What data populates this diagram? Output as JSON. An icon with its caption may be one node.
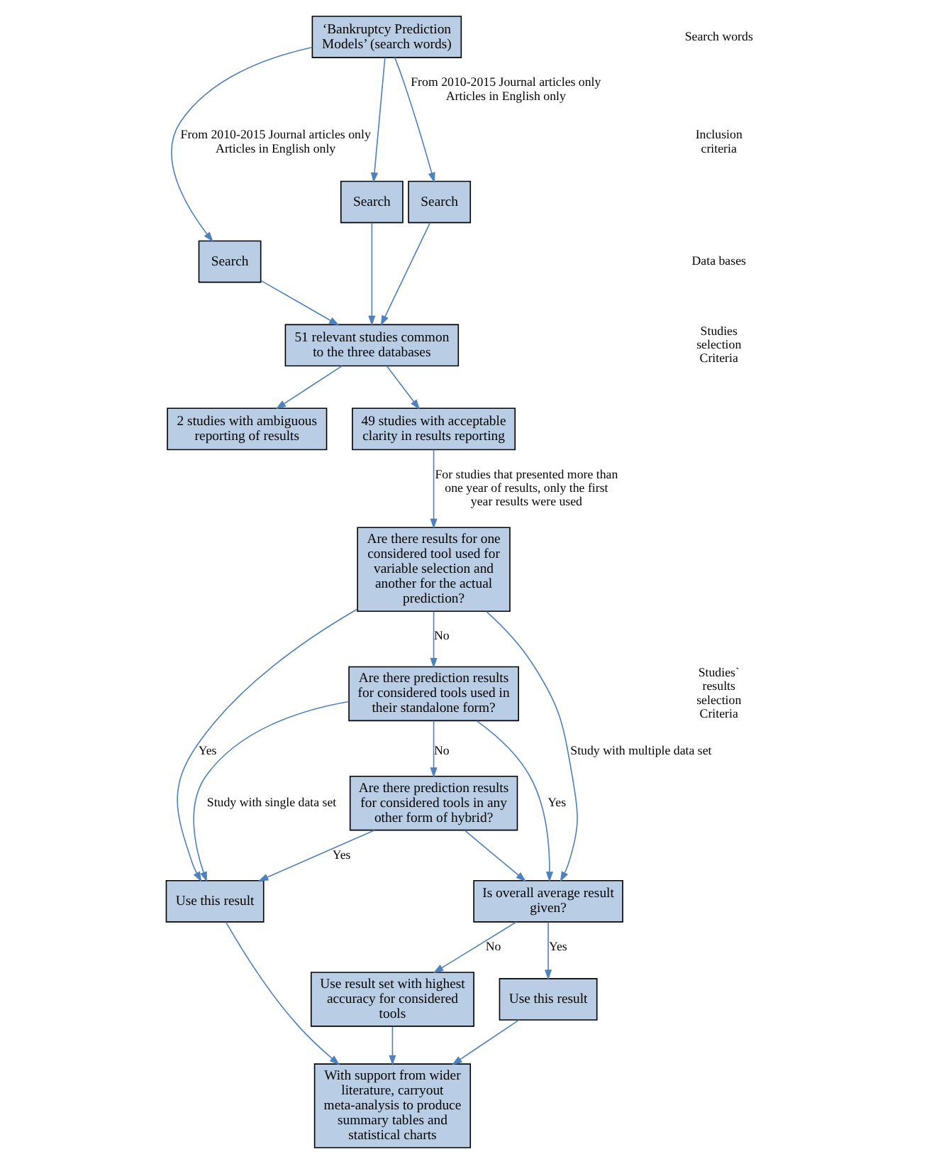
{
  "diagram": {
    "nodes": [
      {
        "text": [
          "‘Bankruptcy Prediction Models’ (search words)"
        ]
      },
      {
        "text": [
          "Search"
        ]
      },
      {
        "text": [
          "Search"
        ]
      },
      {
        "text": [
          "Search"
        ]
      },
      {
        "text": [
          "51 relevant studies common to the three databases"
        ]
      },
      {
        "text": [
          "2 studies with ambiguous reporting of results"
        ]
      },
      {
        "text": [
          "49 studies with acceptable clarity in results reporting"
        ]
      },
      {
        "text": [
          "Are there results for one considered tool used for variable selection and another for the actual prediction?"
        ]
      },
      {
        "text": [
          "Are there prediction results for considered tools used in their standalone form?"
        ]
      },
      {
        "text": [
          "Are there prediction results for considered tools in any other form of hybrid?"
        ]
      },
      {
        "text": [
          "Use this result"
        ]
      },
      {
        "text": [
          "Is overall average result given?"
        ]
      },
      {
        "text": [
          "Use this result"
        ]
      },
      {
        "text": [
          "Use result set with highest accuracy for considered tools"
        ]
      },
      {
        "text": [
          "With support from wider literature, carryout meta-analysis to produce summary tables and statistical charts"
        ]
      }
    ],
    "edges": [
      {
        "from": 0,
        "to": 1,
        "arrow": "to",
        "label": "From 2010-2015 Journal articles only Articles in English only"
      },
      {
        "from": 0,
        "to": 2,
        "arrow": "to"
      },
      {
        "from": 0,
        "to": 3,
        "arrow": "to",
        "label": "From 2010-2015 Journal articles only Articles in English only"
      },
      {
        "from": 1,
        "to": 4,
        "arrow": "to"
      },
      {
        "from": 2,
        "to": 4,
        "arrow": "to"
      },
      {
        "from": 3,
        "to": 4,
        "arrow": "to"
      },
      {
        "from": 4,
        "to": 5,
        "arrow": "to"
      },
      {
        "from": 4,
        "to": 6,
        "arrow": "to"
      },
      {
        "from": 6,
        "to": 7,
        "arrow": "to",
        "label": "For studies that presented more than one year of results, only the first year results were used"
      },
      {
        "from": 7,
        "to": 8,
        "arrow": "to",
        "label": "No"
      },
      {
        "from": 8,
        "to": 9,
        "arrow": "to",
        "label": "No"
      },
      {
        "from": 7,
        "to": 10,
        "arrow": "to",
        "label": "Yes"
      },
      {
        "from": 7,
        "to": 11,
        "arrow": "to",
        "label": "Study with multiple data set"
      },
      {
        "from": 8,
        "to": 10,
        "arrow": "to",
        "label": "Study with single data set"
      },
      {
        "from": 8,
        "to": 11,
        "arrow": "to",
        "label": "Yes"
      },
      {
        "from": 9,
        "to": 10,
        "arrow": "to",
        "label": "Yes"
      },
      {
        "from": 9,
        "to": 11,
        "arrow": "to"
      },
      {
        "from": 11,
        "to": 12,
        "arrow": "to",
        "label": "Yes"
      },
      {
        "from": 11,
        "to": 13,
        "arrow": "to",
        "label": "No"
      },
      {
        "from": 10,
        "to": 14,
        "arrow": "to"
      },
      {
        "from": 12,
        "to": 14,
        "arrow": "to"
      },
      {
        "from": 13,
        "to": 14,
        "arrow": "to"
      }
    ],
    "labels": [
      "Search words",
      "Inclusion criteria",
      "Data bases",
      "Studies selection Criteria",
      "Studies` results selection Criteria"
    ]
  }
}
